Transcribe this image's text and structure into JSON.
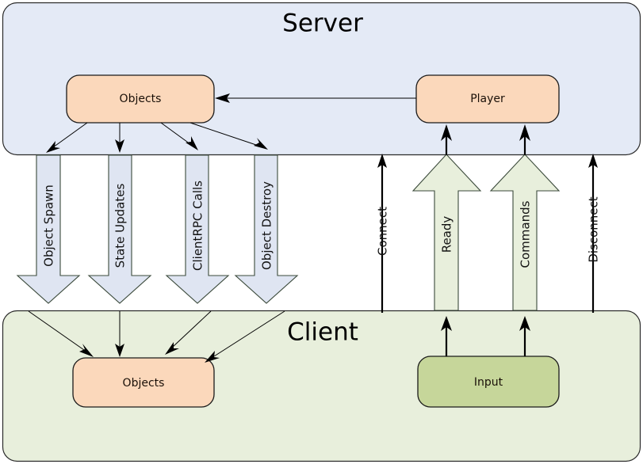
{
  "diagram": {
    "title_alt": "Unity networking server-client architecture",
    "background": "#ffffff",
    "panels": [
      {
        "id": "server",
        "label": "Server",
        "fill": "#e4eaf6",
        "stroke": "#2b2b2b"
      },
      {
        "id": "client",
        "label": "Client",
        "fill": "#e8efdc",
        "stroke": "#2b2b2b"
      }
    ],
    "nodes": [
      {
        "id": "server-objects",
        "label": "Objects",
        "panel": "server",
        "fill": "#fbd8bb",
        "stroke": "#1a1a1a"
      },
      {
        "id": "server-player",
        "label": "Player",
        "panel": "server",
        "fill": "#fbd8bb",
        "stroke": "#1a1a1a"
      },
      {
        "id": "client-objects",
        "label": "Objects",
        "panel": "client",
        "fill": "#fbd8bb",
        "stroke": "#1a1a1a"
      },
      {
        "id": "client-input",
        "label": "Input",
        "panel": "client",
        "fill": "#c6d69a",
        "stroke": "#1a1a1a"
      }
    ],
    "flows_down": [
      {
        "id": "object-spawn",
        "label": "Object Spawn",
        "fill": "#dfe5f2",
        "direction": "server-to-client"
      },
      {
        "id": "state-updates",
        "label": "State Updates",
        "fill": "#dfe5f2",
        "direction": "server-to-client"
      },
      {
        "id": "clientrpc-calls",
        "label": "ClientRPC Calls",
        "fill": "#dfe5f2",
        "direction": "server-to-client"
      },
      {
        "id": "object-destroy",
        "label": "Object Destroy",
        "fill": "#dfe5f2",
        "direction": "server-to-client"
      }
    ],
    "flows_up": [
      {
        "id": "ready",
        "label": "Ready",
        "fill": "#e8efdc",
        "direction": "client-to-server"
      },
      {
        "id": "commands",
        "label": "Commands",
        "fill": "#e8efdc",
        "direction": "client-to-server"
      }
    ],
    "thin_flows": [
      {
        "id": "connect",
        "label": "Connect",
        "direction": "client-to-server"
      },
      {
        "id": "disconnect",
        "label": "Disconnect",
        "direction": "client-to-server"
      }
    ],
    "internal_links": [
      {
        "id": "player-to-objects",
        "from": "server-player",
        "to": "server-objects",
        "label": ""
      }
    ]
  }
}
